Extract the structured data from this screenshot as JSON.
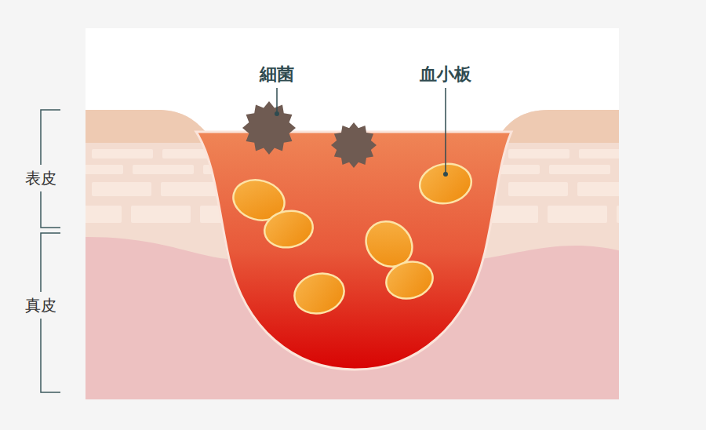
{
  "diagram": {
    "labels": [
      "細菌",
      "血小板",
      "表皮",
      "真皮"
    ]
  }
}
